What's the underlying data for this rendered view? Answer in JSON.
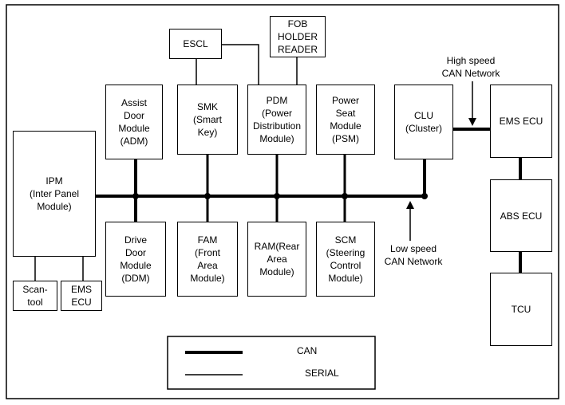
{
  "modules": {
    "escl": "ESCL",
    "fob": "FOB\nHOLDER\nREADER",
    "adm": "Assist\nDoor\nModule\n(ADM)",
    "smk": "SMK\n(Smart\nKey)",
    "pdm": "PDM\n(Power\nDistribution\nModule)",
    "psm": "Power\nSeat\nModule\n(PSM)",
    "clu": "CLU\n(Cluster)",
    "ems_ecu": "EMS ECU",
    "ipm": "IPM\n(Inter Panel\nModule)",
    "ddm": "Drive\nDoor\nModule\n(DDM)",
    "fam": "FAM\n(Front\nArea\nModule)",
    "ram": "RAM(Rear\nArea\nModule)",
    "scm": "SCM\n(Steering\nControl\nModule)",
    "abs_ecu": "ABS ECU",
    "tcu": "TCU",
    "scan_tool": "Scan-\ntool",
    "ems_ecu_small": "EMS\nECU"
  },
  "annotations": {
    "high_speed": "High speed\nCAN Network",
    "low_speed": "Low speed\nCAN Network"
  },
  "legend": {
    "can": "CAN",
    "serial": "SERIAL"
  }
}
